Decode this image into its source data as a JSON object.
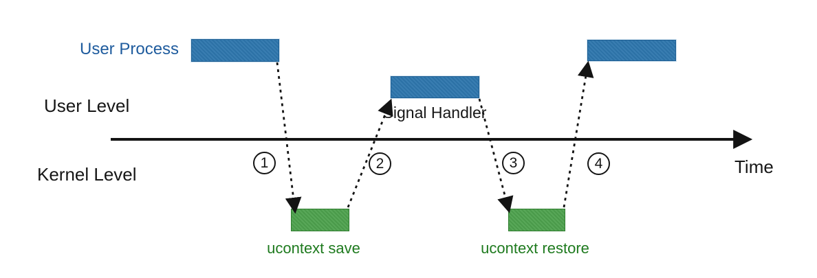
{
  "diagram": {
    "title_hint": "signal handling with ucontext save/restore across user and kernel levels",
    "labels": {
      "user_process": "User Process",
      "user_level": "User Level",
      "kernel_level": "Kernel Level",
      "time": "Time",
      "signal_handler": "Signal Handler",
      "ucontext_save": "ucontext save",
      "ucontext_restore": "ucontext restore"
    },
    "steps": [
      {
        "number": "1"
      },
      {
        "number": "2"
      },
      {
        "number": "3"
      },
      {
        "number": "4"
      }
    ],
    "colors": {
      "box_blue_fill": "#2E76AD",
      "box_blue_border": "#1D5E93",
      "box_green_fill": "#4EA24E",
      "box_green_border": "#2E7D2E",
      "label_blue": "#1F5C9E",
      "label_green": "#1E7A1E",
      "line_black": "#141414"
    }
  }
}
